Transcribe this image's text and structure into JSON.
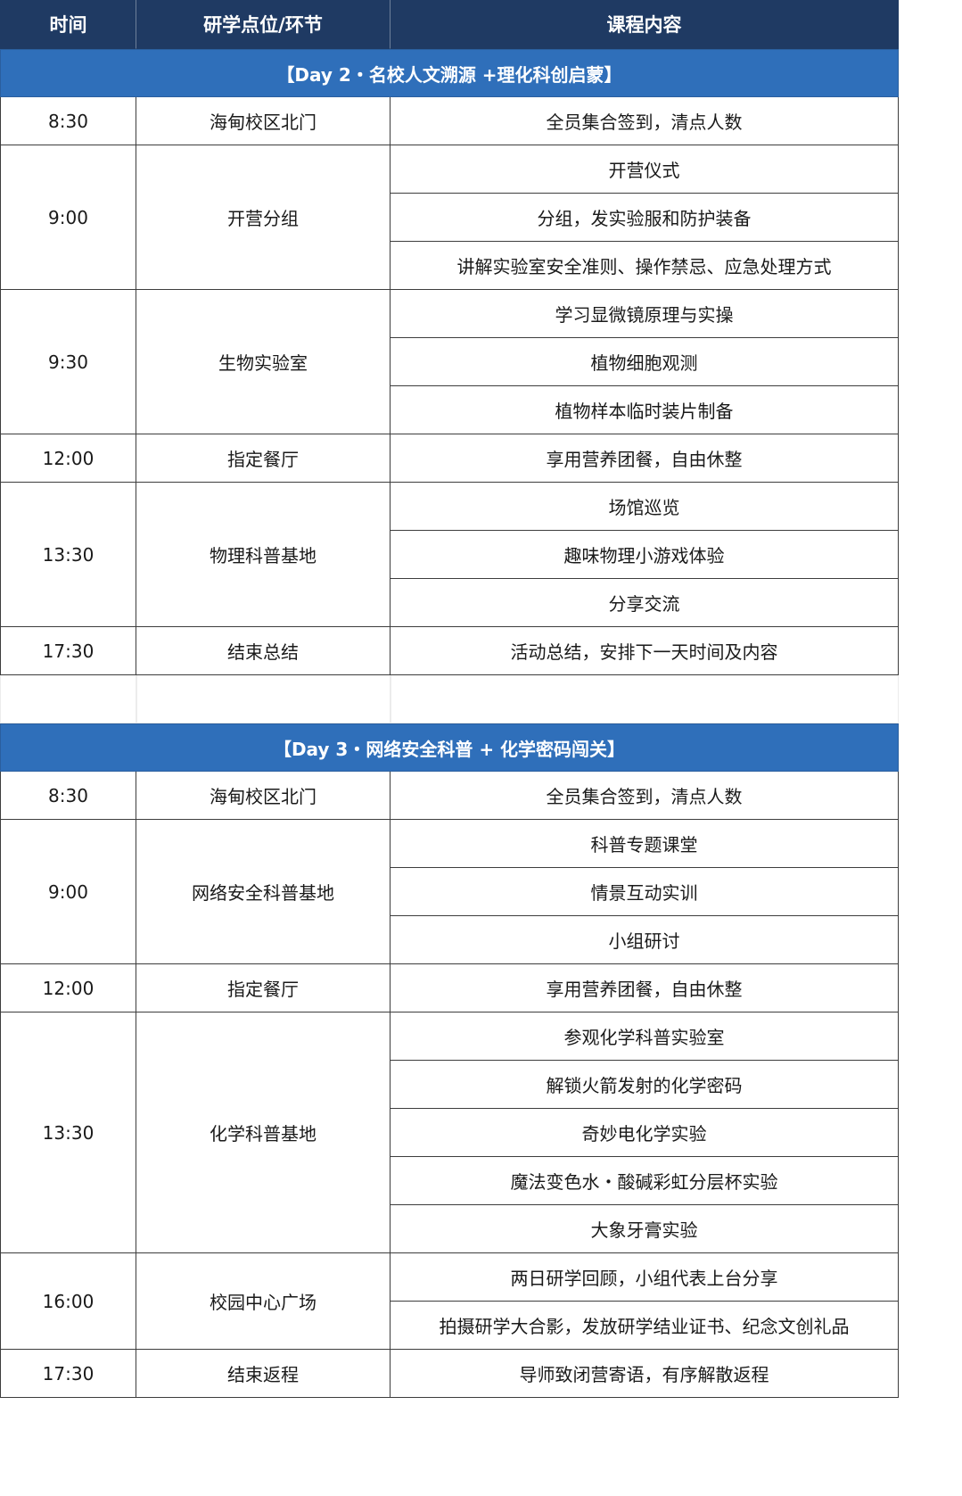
{
  "header": {
    "time": "时间",
    "location": "研学点位/环节",
    "content": "课程内容"
  },
  "days": [
    {
      "banner": "【Day 2・名校人文溯源 +理化科创启蒙】",
      "blocks": [
        {
          "time": "8:30",
          "location": "海甸校区北门",
          "items": [
            "全员集合签到，清点人数"
          ]
        },
        {
          "time": "9:00",
          "location": "开营分组",
          "items": [
            "开营仪式",
            "分组，发实验服和防护装备",
            "讲解实验室安全准则、操作禁忌、应急处理方式"
          ]
        },
        {
          "time": "9:30",
          "location": "生物实验室",
          "items": [
            "学习显微镜原理与实操",
            "植物细胞观测",
            "植物样本临时装片制备"
          ]
        },
        {
          "time": "12:00",
          "location": "指定餐厅",
          "items": [
            "享用营养团餐，自由休整"
          ]
        },
        {
          "time": "13:30",
          "location": "物理科普基地",
          "items": [
            "场馆巡览",
            "趣味物理小游戏体验",
            "分享交流"
          ]
        },
        {
          "time": "17:30",
          "location": "结束总结",
          "items": [
            "活动总结，安排下一天时间及内容"
          ]
        }
      ]
    },
    {
      "banner": "【Day 3・网络安全科普 + 化学密码闯关】",
      "blocks": [
        {
          "time": "8:30",
          "location": "海甸校区北门",
          "items": [
            "全员集合签到，清点人数"
          ]
        },
        {
          "time": "9:00",
          "location": "网络安全科普基地",
          "items": [
            "科普专题课堂",
            "情景互动实训",
            "小组研讨"
          ]
        },
        {
          "time": "12:00",
          "location": "指定餐厅",
          "items": [
            "享用营养团餐，自由休整"
          ]
        },
        {
          "time": "13:30",
          "location": "化学科普基地",
          "items": [
            "参观化学科普实验室",
            "解锁火箭发射的化学密码",
            "奇妙电化学实验",
            "魔法变色水・酸碱彩虹分层杯实验",
            "大象牙膏实验"
          ]
        },
        {
          "time": "16:00",
          "location": "校园中心广场",
          "items": [
            "两日研学回顾，小组代表上台分享",
            "拍摄研学大合影，发放研学结业证书、纪念文创礼品"
          ]
        },
        {
          "time": "17:30",
          "location": "结束返程",
          "items": [
            "导师致闭营寄语，有序解散返程"
          ]
        }
      ]
    }
  ]
}
